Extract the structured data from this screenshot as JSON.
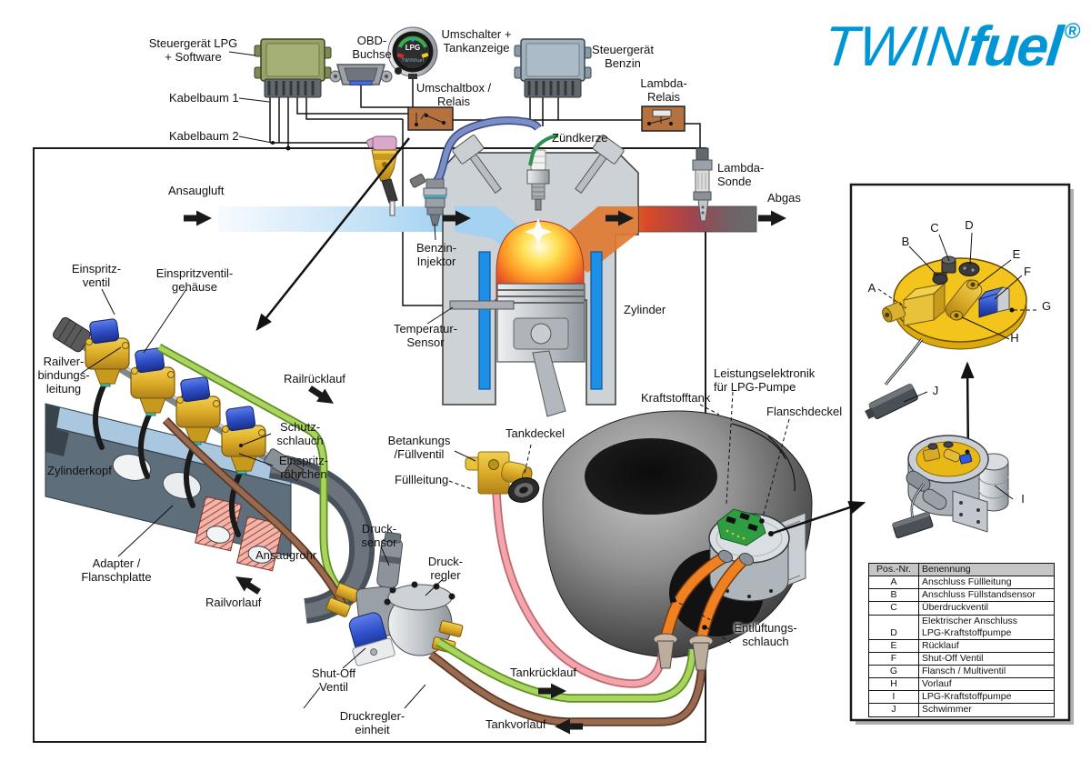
{
  "logo": {
    "twin": "TWIN",
    "fuel": "fuel",
    "reg": "®"
  },
  "colors": {
    "accent": "#0096D6",
    "lpg_line": "#A9D55F",
    "vorlauf_line": "#9A6A50",
    "fill_line": "#F2A6AC",
    "vent_hose": "#F08122",
    "relay_box": "#B5713F"
  },
  "gauge": {
    "fuel_type": "LPG",
    "brand": "TWINfuel"
  },
  "labels": {
    "steuergeraet_lpg": "Steuergerät LPG\n+ Software",
    "obd_buchse": "OBD-\nBuchse",
    "umschalter": "Umschalter +\nTankanzeige",
    "umschaltbox": "Umschaltbox /\nRelais",
    "steuergeraet_benzin": "Steuergerät\nBenzin",
    "lambda_relais": "Lambda-\nRelais",
    "kabelbaum1": "Kabelbaum 1",
    "kabelbaum2": "Kabelbaum 2",
    "zuendkerze": "Zündkerze",
    "lambda_sonde": "Lambda-\nSonde",
    "ansaugluft": "Ansaugluft",
    "abgas": "Abgas",
    "benzin_injektor": "Benzin-\nInjektor",
    "temperatur_sensor": "Temperatur-\nSensor",
    "zylinder": "Zylinder",
    "einspritzventil": "Einspritz-\nventil",
    "einspritzventilgehaeuse": "Einspritzventil-\ngehäuse",
    "railverbindungsleitung": "Railver-\nbindungs-\nleitung",
    "railruecklauf": "Railrücklauf",
    "schutzschlauch": "Schutz-\nschlauch",
    "einspritzroehrchen": "Einspritz-\nröhrchen",
    "zylinderkopf": "Zylinderkopf",
    "adapter_flanschplatte": "Adapter /\nFlanschplatte",
    "ansaugrohr": "Ansaugrohr",
    "railvorlauf": "Railvorlauf",
    "drucksensor": "Druck-\nsensor",
    "druckregler": "Druck-\nregler",
    "shutoff_ventil": "Shut-Off\nVentil",
    "druckreglereinheit": "Druckregler-\neinheit",
    "betankungs_fuellventil": "Betankungs\n/Füllventil",
    "tankdeckel": "Tankdeckel",
    "fuellleitung": "Füllleitung",
    "tankruecklauf": "Tankrücklauf",
    "tankvorlauf": "Tankvorlauf",
    "kraftstofftank": "Kraftstofftank",
    "leistungselektronik": "Leistungselektronik\nfür LPG-Pumpe",
    "flanschdeckel": "Flanschdeckel",
    "entlueftungsschlauch": "Entlüftungs-\nschlauch"
  },
  "panel": {
    "letters": {
      "a": "A",
      "b": "B",
      "c": "C",
      "d": "D",
      "e": "E",
      "f": "F",
      "g": "G",
      "h": "H",
      "i": "I",
      "j": "J"
    },
    "table": {
      "headers": [
        "Pos.-Nr.",
        "Benennung"
      ],
      "rows": [
        [
          "A",
          "Anschluss Füllleitung"
        ],
        [
          "B",
          "Anschluss Füllstandsensor"
        ],
        [
          "C",
          "Überdruckventil"
        ],
        [
          "D",
          "Elektrischer Anschluss\nLPG-Kraftstoffpumpe"
        ],
        [
          "E",
          "Rücklauf"
        ],
        [
          "F",
          "Shut-Off Ventil"
        ],
        [
          "G",
          "Flansch / Multiventil"
        ],
        [
          "H",
          "Vorlauf"
        ],
        [
          "I",
          "LPG-Kraftstoffpumpe"
        ],
        [
          "J",
          "Schwimmer"
        ]
      ]
    }
  }
}
